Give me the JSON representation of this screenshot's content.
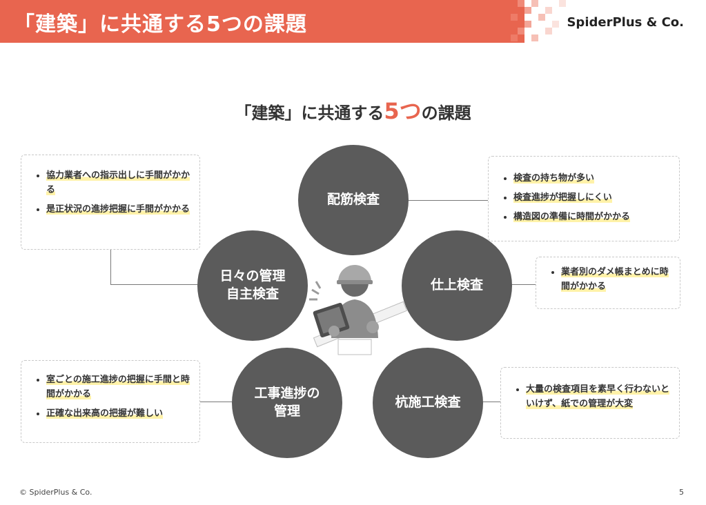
{
  "header": {
    "title": "「建築」に共通する5つの課題",
    "brand": "SpiderPlus & Co."
  },
  "title": {
    "prefix": "「建築」に共通する",
    "number": "5つ",
    "suffix": "の課題"
  },
  "circles": {
    "haikin": "配筋検査",
    "shiage": "仕上検査",
    "kui": "杭施工検査",
    "koji": "工事進捗の\n管理",
    "hibi": "日々の管理\n自主検査"
  },
  "boxes": {
    "haikin": [
      "検査の持ち物が多い",
      "検査進捗が把握しにくい",
      "構造図の準備に時間がかかる"
    ],
    "shiage": [
      "業者別のダメ帳まとめに時間がかかる"
    ],
    "kui": [
      "大量の検査項目を素早く行わないといけず、紙での管理が大変"
    ],
    "koji": [
      "室ごとの施工進捗の把握に手間と時間がかかる",
      "正確な出来高の把握が難しい"
    ],
    "hibi": [
      "協力業者への指示出しに手間がかかる",
      "是正状況の進捗把握に手間がかかる"
    ]
  },
  "footer": {
    "copyright": "© SpiderPlus & Co.",
    "page": "5"
  },
  "colors": {
    "accent": "#e8654f",
    "circle": "#5b5b5b",
    "highlight": "#fff2a8"
  }
}
